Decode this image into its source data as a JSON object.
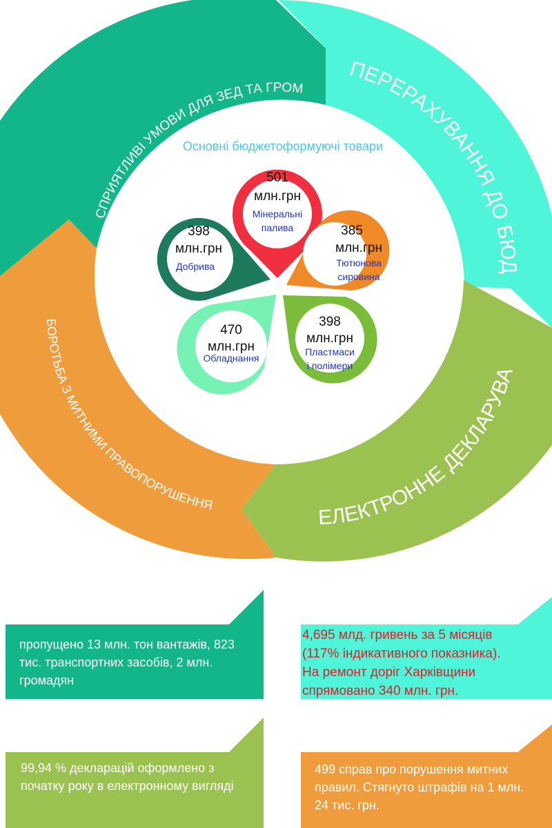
{
  "ring": {
    "arcs": [
      {
        "label": "СПРИЯТЛИВІ УМОВИ ДЛЯ ЗЕД ТА  ГРОМАДЯН",
        "color": "#13b58a"
      },
      {
        "label": "ПЕРЕРАХУВАННЯ ДО БЮДЖЕТУ",
        "color": "#4ef5d8"
      },
      {
        "label": "ЕЛЕКТРОННЕ ДЕКЛАРУВАННЯ",
        "color": "#9bc250"
      },
      {
        "label": "БОРОТЬБА З МИТНИМИ ПРАВОПОРУШЕННЯМИ",
        "color": "#ee9c3c"
      }
    ]
  },
  "center": {
    "title": "Основні бюджетоформуючі товари",
    "title_color": "#4bc6e8",
    "petals": [
      {
        "value": "501",
        "unit": "млн.грн",
        "name_lines": [
          "Мінеральні",
          "палива"
        ],
        "color": "#f0303f"
      },
      {
        "value": "385",
        "unit": "млн.грн",
        "name_lines": [
          "Тютюнова",
          "сировина"
        ],
        "color": "#f08a28"
      },
      {
        "value": "398",
        "unit": "млн.грн",
        "name_lines": [
          "Пластмаси",
          "і полімери"
        ],
        "color": "#7bbd3a"
      },
      {
        "value": "470",
        "unit": "млн.грн",
        "name_lines": [
          "Обладнання"
        ],
        "color": "#76f2b4"
      },
      {
        "value": "398",
        "unit": "млн.грн",
        "name_lines": [
          "Добрива"
        ],
        "color": "#1d7a5c"
      }
    ],
    "name_color": "#2233cc"
  },
  "boxes": {
    "traffic": {
      "lines": [
        "пропущено 13 млн. тон вантажів, 823",
        "тис. транспортних засобів, 2 млн.",
        "громадян"
      ],
      "color": "#13b58a"
    },
    "budget": {
      "lines": [
        "4,695 млд. гривень за 5 місяців",
        "(117% індикативного показника).",
        "На ремонт доріг Харківщини",
        "спрямовано 340 млн. грн."
      ],
      "color": "#4ef5d8"
    },
    "declarations": {
      "lines": [
        "99,94 % декларацій оформлено з",
        "початку року в електронному вигляді"
      ],
      "color": "#9bc250"
    },
    "violations": {
      "lines": [
        "499 справ про порушення митних",
        "правил. Стягнуто штрафів на 1 млн.",
        "24 тис. грн."
      ],
      "color": "#ee9c3c"
    }
  }
}
